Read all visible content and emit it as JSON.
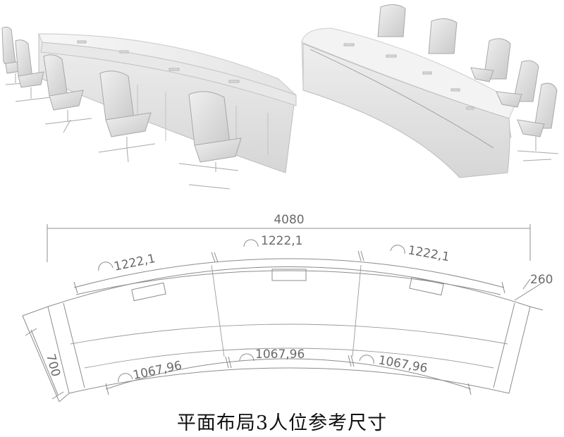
{
  "caption": "平面布局3人位参考尺寸",
  "plan": {
    "total_width": "4080",
    "depth": "700",
    "edge_width": "260",
    "outer_arc_labels": [
      "1222,1",
      "1222,1",
      "1222,1"
    ],
    "inner_arc_labels": [
      "1067,96",
      "1067,96",
      "1067,96"
    ]
  },
  "colors": {
    "line": "#8c8c8c",
    "desk": "#f2f2f2",
    "chair": "#e6e6e6"
  }
}
